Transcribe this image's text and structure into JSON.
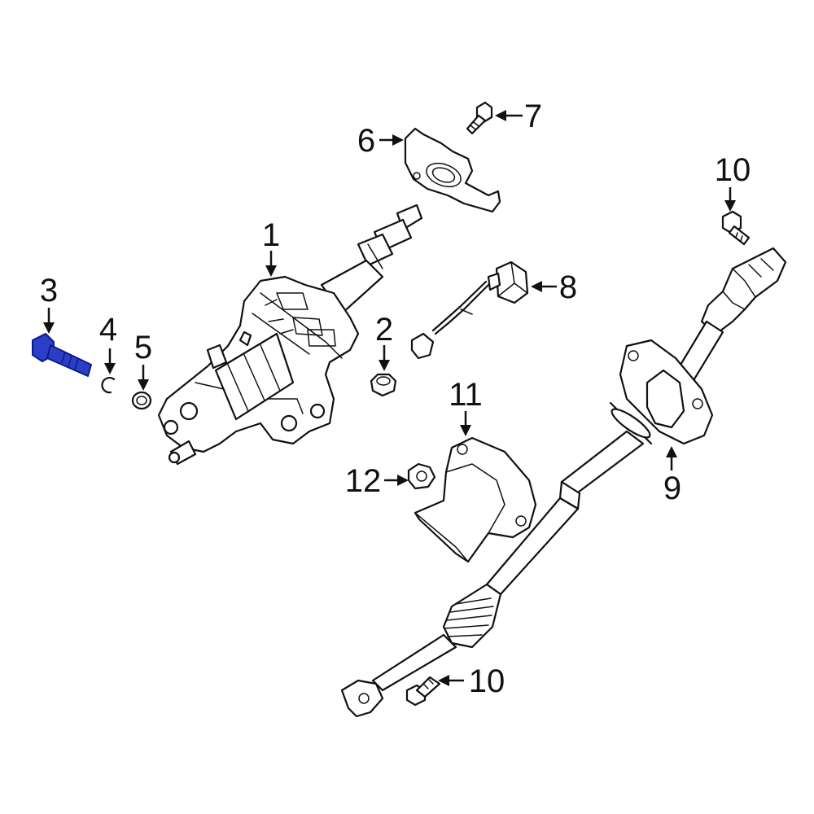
{
  "callouts": [
    {
      "id": "1",
      "label": "1"
    },
    {
      "id": "2",
      "label": "2"
    },
    {
      "id": "3",
      "label": "3"
    },
    {
      "id": "4",
      "label": "4"
    },
    {
      "id": "5",
      "label": "5"
    },
    {
      "id": "6",
      "label": "6"
    },
    {
      "id": "7",
      "label": "7"
    },
    {
      "id": "8",
      "label": "8"
    },
    {
      "id": "9",
      "label": "9"
    },
    {
      "id": "10a",
      "label": "10"
    },
    {
      "id": "10b",
      "label": "10"
    },
    {
      "id": "11",
      "label": "11"
    },
    {
      "id": "12",
      "label": "12"
    }
  ],
  "colors": {
    "line": "#111111",
    "background": "#ffffff",
    "highlight_fill": "#2a3fc7",
    "highlight_stroke": "#0b1a8a"
  },
  "highlighted_part": "3"
}
